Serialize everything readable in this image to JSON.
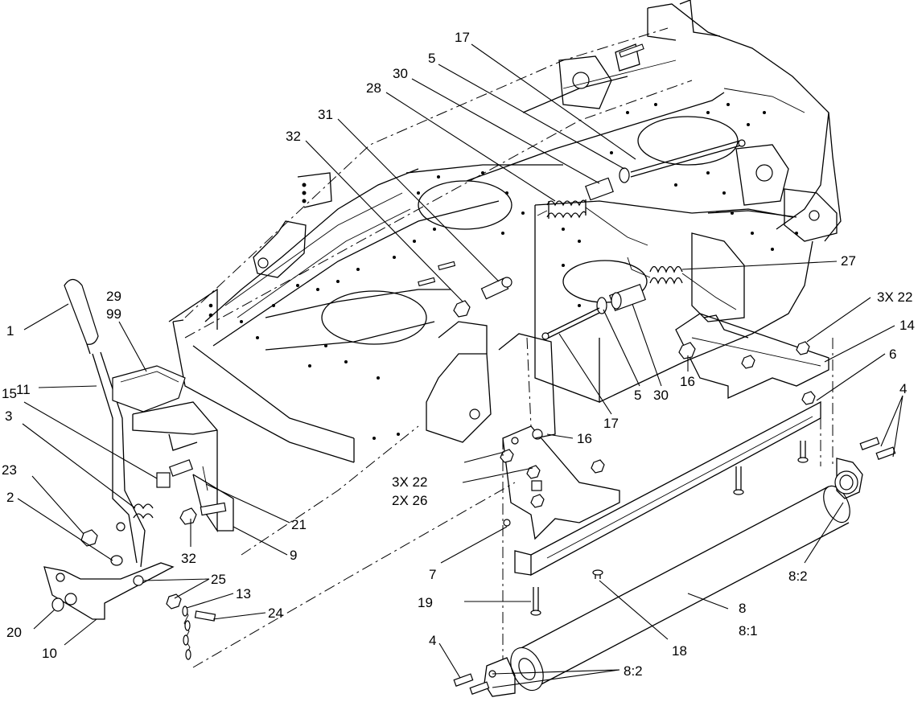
{
  "callouts": [
    {
      "id": "c1",
      "text": "1"
    },
    {
      "id": "c2",
      "text": "11"
    },
    {
      "id": "c3",
      "text": "29"
    },
    {
      "id": "c4",
      "text": "99"
    },
    {
      "id": "c5",
      "text": "15"
    },
    {
      "id": "c6",
      "text": "3"
    },
    {
      "id": "c7",
      "text": "23"
    },
    {
      "id": "c8",
      "text": "2"
    },
    {
      "id": "c9",
      "text": "21"
    },
    {
      "id": "c10",
      "text": "32"
    },
    {
      "id": "c11",
      "text": "9"
    },
    {
      "id": "c12",
      "text": "25"
    },
    {
      "id": "c13",
      "text": "13"
    },
    {
      "id": "c14",
      "text": "24"
    },
    {
      "id": "c15",
      "text": "20"
    },
    {
      "id": "c16",
      "text": "10"
    },
    {
      "id": "c17",
      "text": "32"
    },
    {
      "id": "c18",
      "text": "31"
    },
    {
      "id": "c19",
      "text": "28"
    },
    {
      "id": "c20",
      "text": "30"
    },
    {
      "id": "c21",
      "text": "5"
    },
    {
      "id": "c22",
      "text": "17"
    },
    {
      "id": "c23",
      "text": "27"
    },
    {
      "id": "c24",
      "text": "17"
    },
    {
      "id": "c25",
      "text": "5"
    },
    {
      "id": "c26",
      "text": "30"
    },
    {
      "id": "c27",
      "text": "16"
    },
    {
      "id": "c28",
      "text": "16"
    },
    {
      "id": "c29",
      "text": "3X 22"
    },
    {
      "id": "c30",
      "text": "14"
    },
    {
      "id": "c31",
      "text": "6"
    },
    {
      "id": "c32",
      "text": "4"
    },
    {
      "id": "c33",
      "text": "3X 22"
    },
    {
      "id": "c34",
      "text": "2X 26"
    },
    {
      "id": "c35",
      "text": "7"
    },
    {
      "id": "c36",
      "text": "19"
    },
    {
      "id": "c37",
      "text": "18"
    },
    {
      "id": "c38",
      "text": "8:2"
    },
    {
      "id": "c39",
      "text": "8"
    },
    {
      "id": "c40",
      "text": "8:1"
    },
    {
      "id": "c41",
      "text": "4"
    },
    {
      "id": "c42",
      "text": "8:2"
    }
  ]
}
